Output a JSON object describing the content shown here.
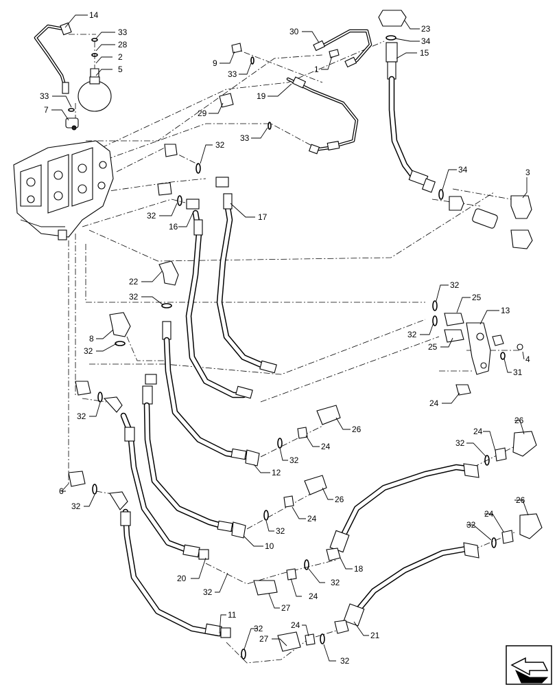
{
  "diagram": {
    "callouts": [
      {
        "id": "c14a",
        "text": "14"
      },
      {
        "id": "c33a",
        "text": "33"
      },
      {
        "id": "c28",
        "text": "28"
      },
      {
        "id": "c2",
        "text": "2"
      },
      {
        "id": "c5",
        "text": "5"
      },
      {
        "id": "c33b",
        "text": "33"
      },
      {
        "id": "c7",
        "text": "7"
      },
      {
        "id": "c30",
        "text": "30"
      },
      {
        "id": "c9",
        "text": "9"
      },
      {
        "id": "c33c",
        "text": "33"
      },
      {
        "id": "c1",
        "text": "1"
      },
      {
        "id": "c19",
        "text": "19"
      },
      {
        "id": "c29",
        "text": "29"
      },
      {
        "id": "c33d",
        "text": "33"
      },
      {
        "id": "c23",
        "text": "23"
      },
      {
        "id": "c34a",
        "text": "34"
      },
      {
        "id": "c15",
        "text": "15"
      },
      {
        "id": "c34b",
        "text": "34"
      },
      {
        "id": "c3",
        "text": "3"
      },
      {
        "id": "c32a",
        "text": "32"
      },
      {
        "id": "c32b",
        "text": "32"
      },
      {
        "id": "c16",
        "text": "16"
      },
      {
        "id": "c17",
        "text": "17"
      },
      {
        "id": "c22",
        "text": "22"
      },
      {
        "id": "c32c",
        "text": "32"
      },
      {
        "id": "c8",
        "text": "8"
      },
      {
        "id": "c32d",
        "text": "32"
      },
      {
        "id": "c32e",
        "text": "32"
      },
      {
        "id": "c25a",
        "text": "25"
      },
      {
        "id": "c13",
        "text": "13"
      },
      {
        "id": "c32f",
        "text": "32"
      },
      {
        "id": "c25b",
        "text": "25"
      },
      {
        "id": "c4",
        "text": "4"
      },
      {
        "id": "c31",
        "text": "31"
      },
      {
        "id": "c24a",
        "text": "24"
      },
      {
        "id": "c32g",
        "text": "32"
      },
      {
        "id": "c26a",
        "text": "26"
      },
      {
        "id": "c24b",
        "text": "24"
      },
      {
        "id": "c32h",
        "text": "32"
      },
      {
        "id": "c12",
        "text": "12"
      },
      {
        "id": "c26b",
        "text": "26"
      },
      {
        "id": "c24c",
        "text": "24"
      },
      {
        "id": "c32i",
        "text": "32"
      },
      {
        "id": "c6",
        "text": "6"
      },
      {
        "id": "c32j",
        "text": "32"
      },
      {
        "id": "c26c",
        "text": "26"
      },
      {
        "id": "c24d",
        "text": "24"
      },
      {
        "id": "c32k",
        "text": "32"
      },
      {
        "id": "c10",
        "text": "10"
      },
      {
        "id": "c26d",
        "text": "26"
      },
      {
        "id": "c24e",
        "text": "24"
      },
      {
        "id": "c32l",
        "text": "32"
      },
      {
        "id": "c18",
        "text": "18"
      },
      {
        "id": "c20",
        "text": "20"
      },
      {
        "id": "c32m",
        "text": "32"
      },
      {
        "id": "c24f",
        "text": "24"
      },
      {
        "id": "c32n",
        "text": "32"
      },
      {
        "id": "c27a",
        "text": "27"
      },
      {
        "id": "c11",
        "text": "11"
      },
      {
        "id": "c32o",
        "text": "32"
      },
      {
        "id": "c24g",
        "text": "24"
      },
      {
        "id": "c27b",
        "text": "27"
      },
      {
        "id": "c32p",
        "text": "32"
      },
      {
        "id": "c21",
        "text": "21"
      }
    ]
  },
  "navigation": {
    "icon": "next-page-arrow-icon"
  }
}
